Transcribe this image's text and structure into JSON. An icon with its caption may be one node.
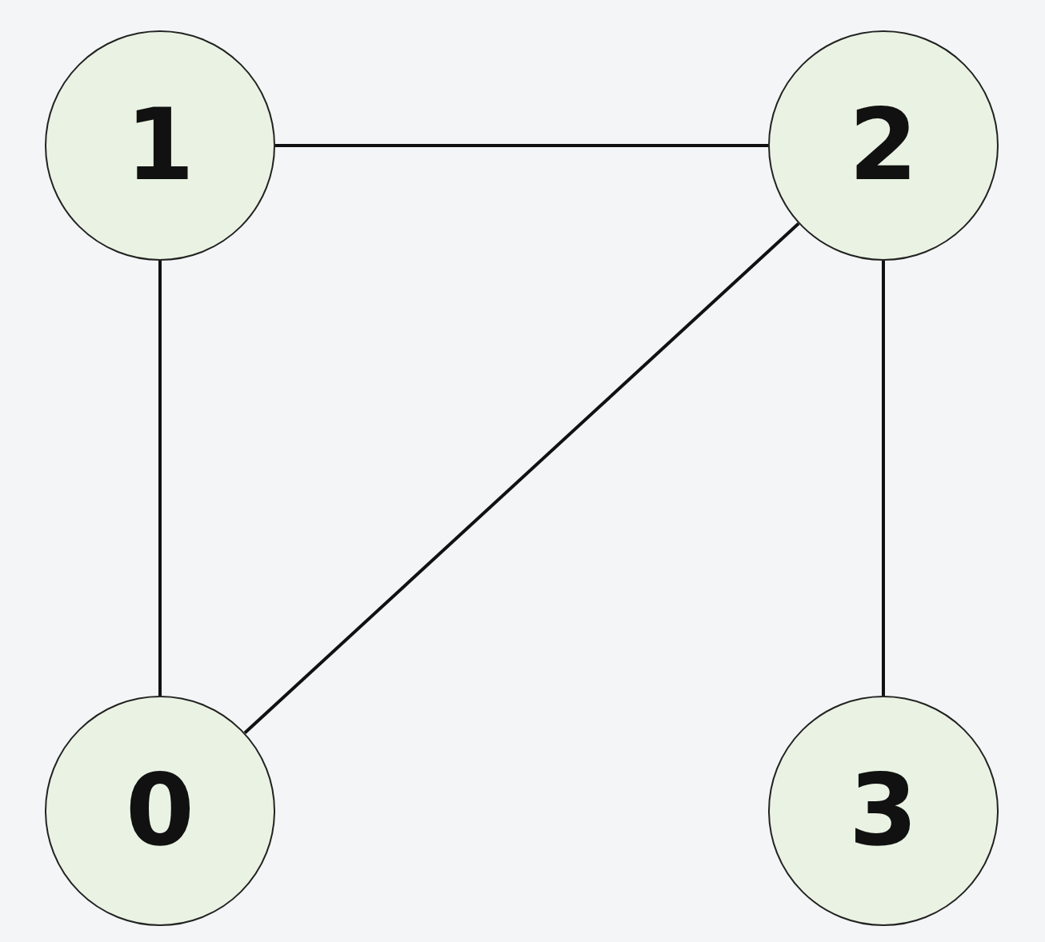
{
  "diagram": {
    "nodes": [
      {
        "text": [
          "1"
        ]
      },
      {
        "text": [
          "2"
        ]
      },
      {
        "text": [
          "0"
        ]
      },
      {
        "text": [
          "3"
        ]
      }
    ],
    "edges": [
      {
        "from": 0,
        "to": 1,
        "arrow": "none"
      },
      {
        "from": 0,
        "to": 2,
        "arrow": "none"
      },
      {
        "from": 1,
        "to": 2,
        "arrow": "none"
      },
      {
        "from": 1,
        "to": 3,
        "arrow": "none"
      }
    ]
  }
}
